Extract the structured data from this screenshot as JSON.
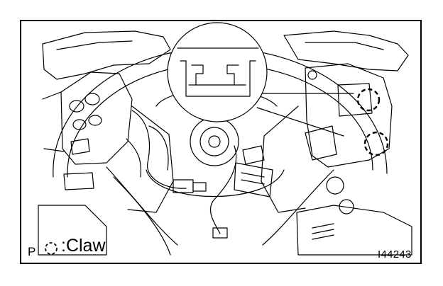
{
  "figure": {
    "legend_marker": "P",
    "legend_label": ":Claw",
    "legend_symbol": "dashed-circle-icon",
    "figure_id": "I44243"
  },
  "colors": {
    "line": "#000000",
    "background": "#ffffff"
  }
}
